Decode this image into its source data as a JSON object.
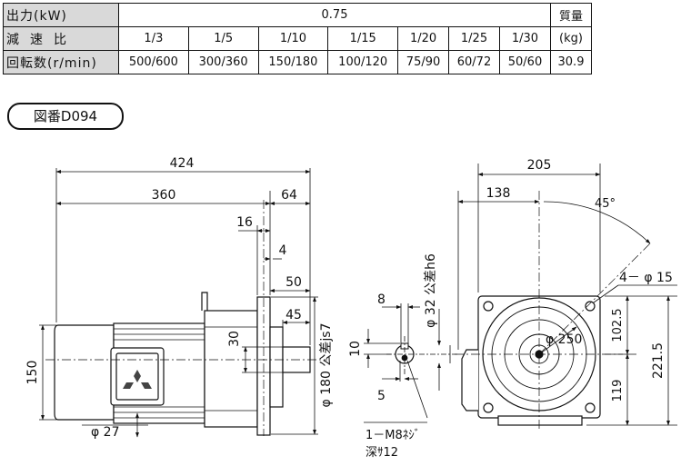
{
  "table": {
    "row1": {
      "label": "出力(kW)",
      "value": "0.75",
      "mass_label": "質量"
    },
    "row2": {
      "label": "減速比",
      "ratios": [
        "1/3",
        "1/5",
        "1/10",
        "1/15",
        "1/20",
        "1/25",
        "1/30"
      ],
      "unit": "(kg)"
    },
    "row3": {
      "label": "回転数(r/min)",
      "speeds": [
        "500/600",
        "300/360",
        "150/180",
        "100/120",
        "75/90",
        "60/72",
        "50/60"
      ],
      "mass": "30.9"
    }
  },
  "badge": "図番D094",
  "dims": {
    "overall": "424",
    "body": "360",
    "flange_to_end": "64",
    "d16": "16",
    "d4": "4",
    "d50": "50",
    "d45": "45",
    "d30": "30",
    "height": "150",
    "phi27": "φ 27",
    "phi180": "φ 180 公差js7",
    "phi32": "φ 32 公差h6",
    "key_w": "8",
    "key_h": "10",
    "key_5": "5",
    "tap_line1": "1－M8ﾈｼﾞ",
    "tap_line2": "深ｻ12",
    "width": "205",
    "d138": "138",
    "angle": "45°",
    "holes": "4－ φ 15",
    "phi250": "φ 250",
    "d102": "102.5",
    "d221": "221.5",
    "d119": "119"
  }
}
